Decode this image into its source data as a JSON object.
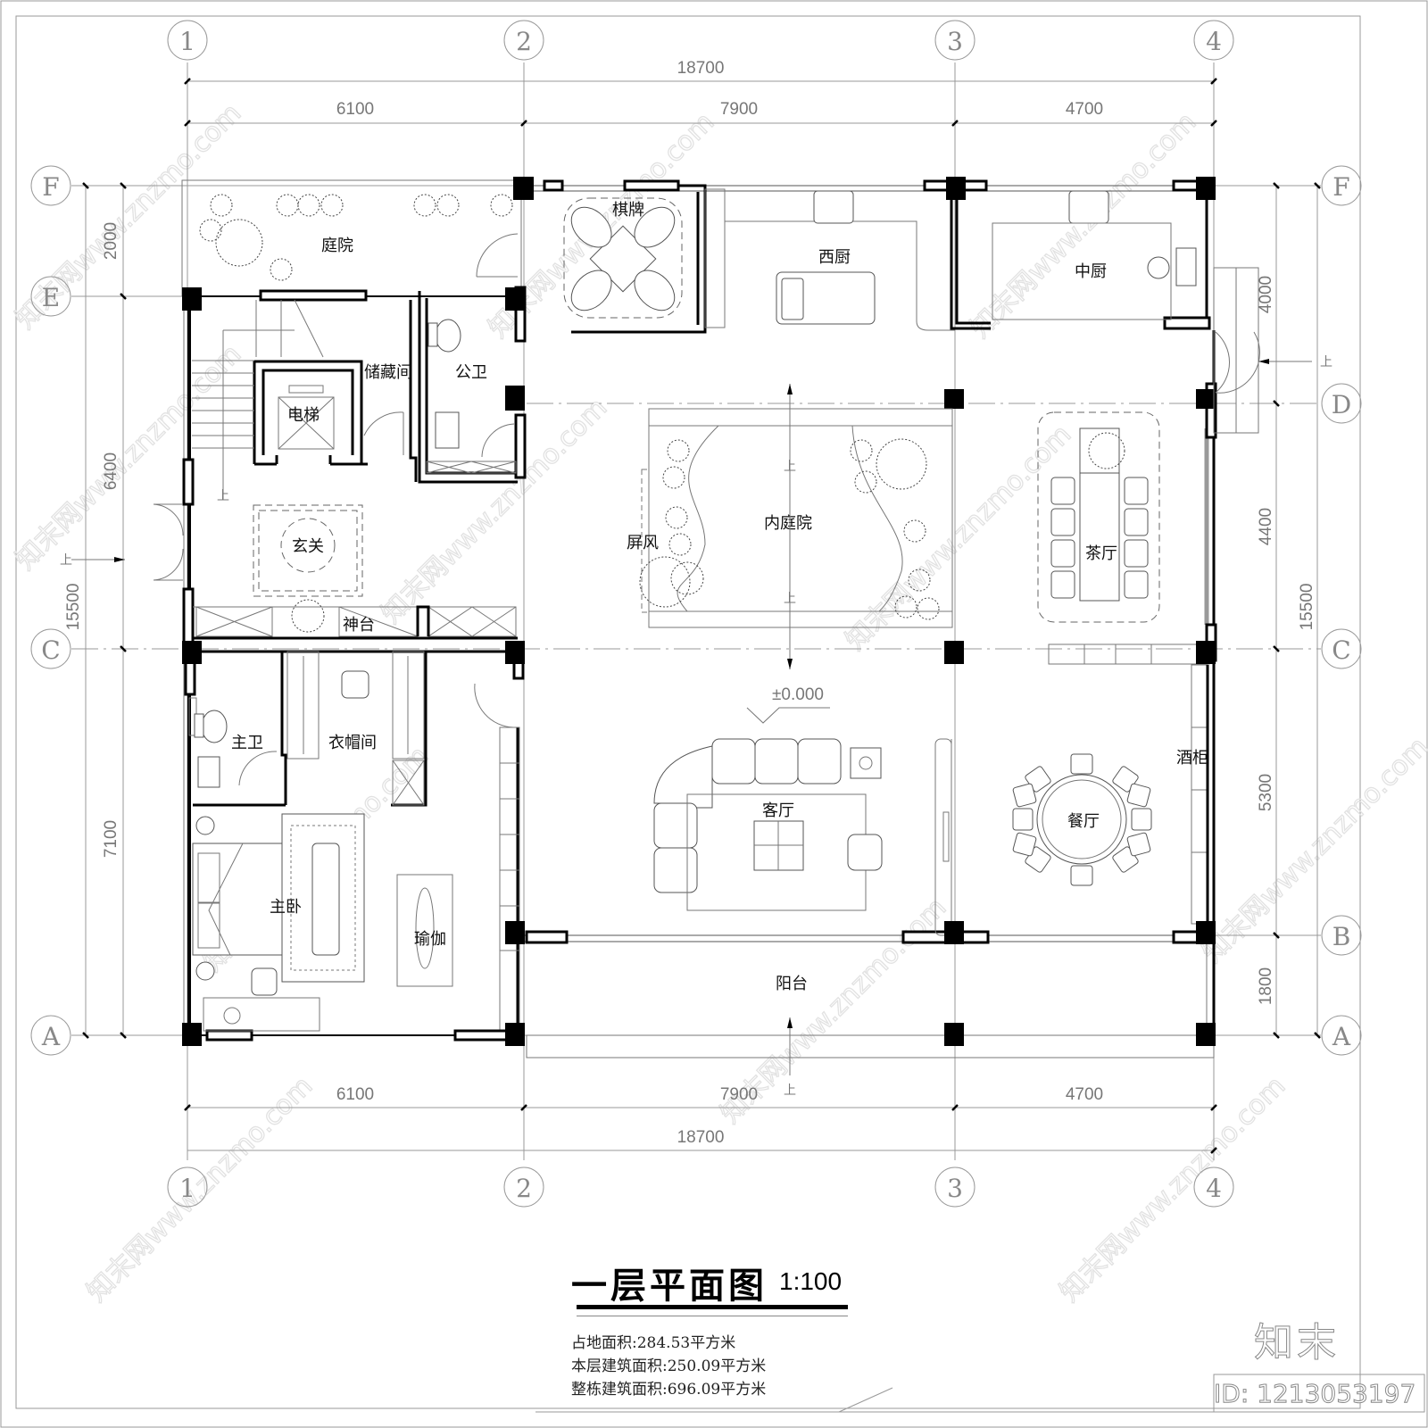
{
  "drawing": {
    "title": "一层平面图",
    "scale": "1:100",
    "stats": [
      {
        "label": "占地面积",
        "value": "284.53",
        "unit": "平方米"
      },
      {
        "label": "本层建筑面积",
        "value": "250.09",
        "unit": "平方米"
      },
      {
        "label": "整栋建筑面积",
        "value": "696.09",
        "unit": "平方米"
      }
    ],
    "stats_text": [
      "占地面积:284.53平方米",
      "本层建筑面积:250.09平方米",
      "整栋建筑面积:696.09平方米"
    ],
    "elevation_mark": "±0.000",
    "up_marker": "上"
  },
  "axes": {
    "columns": [
      "1",
      "2",
      "3",
      "4"
    ],
    "rows": [
      "F",
      "E",
      "D",
      "C",
      "B",
      "A"
    ]
  },
  "dimensions": {
    "top_total": "18700",
    "top_segments": [
      "6100",
      "7900",
      "4700"
    ],
    "bottom_total": "18700",
    "bottom_segments": [
      "6100",
      "7900",
      "4700"
    ],
    "left_segments": [
      "2000",
      "6400",
      "7100"
    ],
    "left_total": "15500",
    "right_segments": [
      "4000",
      "4400",
      "5300",
      "1800"
    ],
    "right_total": "15500"
  },
  "rooms": {
    "courtyard": "庭院",
    "chess_room": "棋牌",
    "western_kitchen": "西厨",
    "chinese_kitchen": "中厨",
    "storage": "储藏间",
    "public_bath": "公卫",
    "elevator": "电梯",
    "foyer": "玄关",
    "altar": "神台",
    "inner_courtyard": "内庭院",
    "screen": "屏风",
    "tea_room": "茶厅",
    "master_bath": "主卫",
    "cloakroom": "衣帽间",
    "living_room": "客厅",
    "dining_room": "餐厅",
    "wine_cabinet": "酒柜",
    "master_bedroom": "主卧",
    "yoga": "瑜伽",
    "balcony": "阳台"
  },
  "branding": {
    "logo": "知末",
    "id": "ID: 1213053197",
    "watermark": "知末网www.znzmo.com"
  }
}
